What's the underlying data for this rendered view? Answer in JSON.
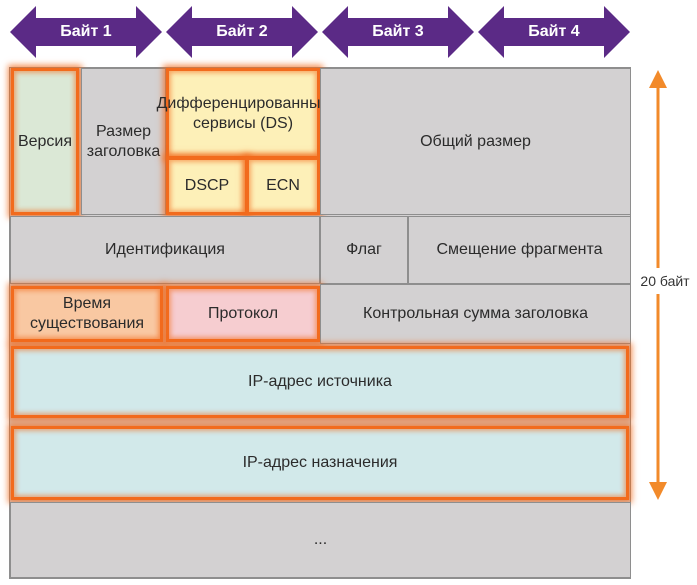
{
  "bytes": [
    {
      "label": "Байт 1"
    },
    {
      "label": "Байт 2"
    },
    {
      "label": "Байт 3"
    },
    {
      "label": "Байт 4"
    }
  ],
  "fields": {
    "version": "Версия",
    "header_length": [
      "Размер",
      "заголовка"
    ],
    "ds": [
      "Дифференцированные",
      "сервисы (DS)"
    ],
    "dscp": "DSCP",
    "ecn": "ECN",
    "total_length": "Общий размер",
    "identification": "Идентификация",
    "flag": "Флаг",
    "fragment_offset": "Смещение фрагмента",
    "ttl": [
      "Время",
      "существования"
    ],
    "protocol": "Протокол",
    "header_checksum": "Контрольная сумма заголовка",
    "source_ip": "IP-адрес источника",
    "destination_ip": "IP-адрес назначения",
    "options": "..."
  },
  "size_label": "20 байт",
  "colors": {
    "arrow_purple": "#5b2a86",
    "highlight_orange": "#f26b1d",
    "field_gray": "#d3d1d2",
    "version_green": "#dbe8d6",
    "ds_yellow": "#fdf0b8",
    "ttl_orange": "#f9c8a2",
    "protocol_pink": "#f6cdd0",
    "ip_teal": "#d2e9ea"
  }
}
